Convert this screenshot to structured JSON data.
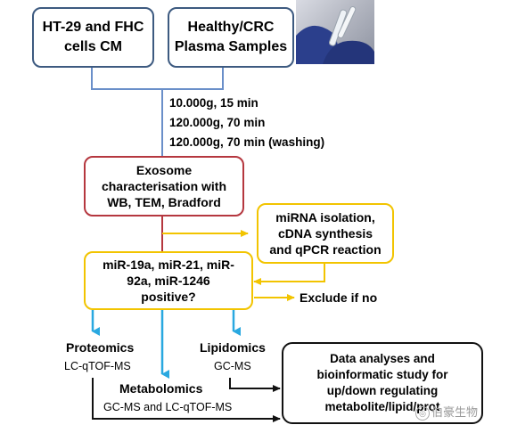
{
  "boxes": {
    "source_cells": [
      "HT-29 and FHC",
      "cells CM"
    ],
    "source_plasma": [
      "Healthy/CRC",
      "Plasma Samples"
    ],
    "exosome": [
      "Exosome",
      "characterisation with",
      "WB, TEM, Bradford"
    ],
    "mirna_isolation": [
      "miRNA isolation,",
      "cDNA synthesis",
      "and qPCR reaction"
    ],
    "decision": [
      "miR-19a, miR-21, miR-",
      "92a, miR-1246",
      "positive?"
    ],
    "data_analyses": [
      "Data analyses and",
      "bioinformatic study for",
      "up/down regulating",
      "metabolite/lipid/prot"
    ]
  },
  "centrifuge_steps": [
    "10.000g, 15 min",
    "120.000g, 70 min",
    "120.000g, 70 min (washing)"
  ],
  "exclude_label": "Exclude if no",
  "omics": {
    "proteomics": {
      "title": "Proteomics",
      "method": "LC-qTOF-MS"
    },
    "lipidomics": {
      "title": "Lipidomics",
      "method": "GC-MS"
    },
    "metabolomics": {
      "title": "Metabolomics",
      "method": "GC-MS and LC-qTOF-MS"
    }
  },
  "watermark": "伯豪生物",
  "colors": {
    "blue_border": "#3d5a80",
    "red_border": "#b5373f",
    "yellow_border": "#f2c400",
    "cyan_arrow": "#29a8e0"
  }
}
